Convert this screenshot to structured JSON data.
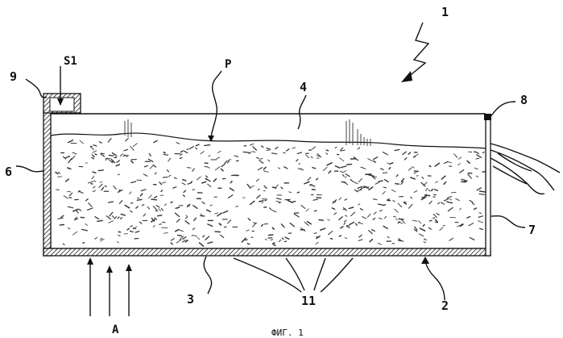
{
  "labels": {
    "device": "1",
    "bottom_wall": "2",
    "base_plate": "3",
    "space": "4",
    "left_wall": "6",
    "right_wall": "7",
    "weir": "8",
    "inlet_box": "9",
    "holes": "11",
    "inlet_stream": "S1",
    "powder": "P",
    "air_flow": "A"
  },
  "caption": "ФИГ. 1",
  "colors": {
    "ink": "#111111",
    "paper": "#ffffff",
    "hatch": "#444444"
  }
}
